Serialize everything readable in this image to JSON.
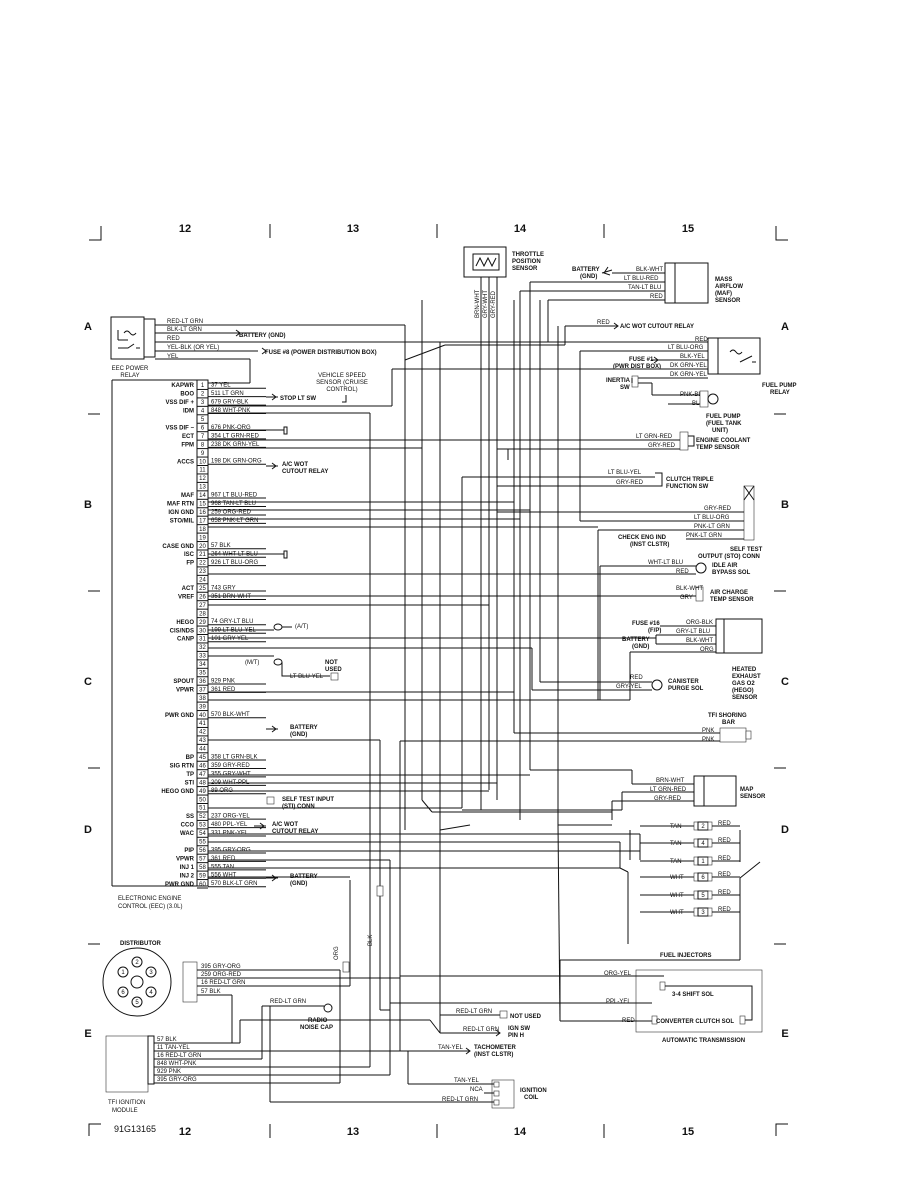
{
  "grid": {
    "top_columns": [
      "12",
      "13",
      "14",
      "15"
    ],
    "bottom_columns": [
      "12",
      "13",
      "14",
      "15"
    ],
    "rows_left": [
      "A",
      "B",
      "C",
      "D",
      "E"
    ],
    "rows_right": [
      "A",
      "B",
      "C",
      "D",
      "E"
    ]
  },
  "figure_id": "91G13165",
  "eec": {
    "title_line1": "ELECTRONIC ENGINE",
    "title_line2": "CONTROL (EEC) (3.0L)",
    "pins": [
      {
        "n": "1",
        "name": "KAPWR",
        "wire": "37 YEL"
      },
      {
        "n": "2",
        "name": "BOO",
        "wire": "511 LT GRN"
      },
      {
        "n": "3",
        "name": "VSS DIF +",
        "wire": "679 GRY-BLK"
      },
      {
        "n": "4",
        "name": "IDM",
        "wire": "848 WHT-PNK"
      },
      {
        "n": "5",
        "name": "",
        "wire": ""
      },
      {
        "n": "6",
        "name": "VSS DIF −",
        "wire": "676 PNK-ORG"
      },
      {
        "n": "7",
        "name": "ECT",
        "wire": "354 LT GRN-RED"
      },
      {
        "n": "8",
        "name": "FPM",
        "wire": "238 DK GRN-YEL"
      },
      {
        "n": "9",
        "name": "",
        "wire": ""
      },
      {
        "n": "10",
        "name": "ACCS",
        "wire": "198 DK GRN-ORG"
      },
      {
        "n": "11",
        "name": "",
        "wire": ""
      },
      {
        "n": "12",
        "name": "",
        "wire": ""
      },
      {
        "n": "13",
        "name": "",
        "wire": ""
      },
      {
        "n": "14",
        "name": "MAF",
        "wire": "967 LT BLU-RED"
      },
      {
        "n": "15",
        "name": "MAF RTN",
        "wire": "968 TAN-LT BLU"
      },
      {
        "n": "16",
        "name": "IGN GND",
        "wire": "259 ORG-RED"
      },
      {
        "n": "17",
        "name": "STO/MIL",
        "wire": "658 PNK-LT GRN"
      },
      {
        "n": "18",
        "name": "",
        "wire": ""
      },
      {
        "n": "19",
        "name": "",
        "wire": ""
      },
      {
        "n": "20",
        "name": "CASE GND",
        "wire": "57 BLK"
      },
      {
        "n": "21",
        "name": "ISC",
        "wire": "264 WHT-LT BLU"
      },
      {
        "n": "22",
        "name": "FP",
        "wire": "926 LT BLU-ORG"
      },
      {
        "n": "23",
        "name": "",
        "wire": ""
      },
      {
        "n": "24",
        "name": "",
        "wire": ""
      },
      {
        "n": "25",
        "name": "ACT",
        "wire": "743 GRY"
      },
      {
        "n": "26",
        "name": "VREF",
        "wire": "351 BRN-WHT"
      },
      {
        "n": "27",
        "name": "",
        "wire": ""
      },
      {
        "n": "28",
        "name": "",
        "wire": ""
      },
      {
        "n": "29",
        "name": "HEGO",
        "wire": "74 GRY-LT BLU"
      },
      {
        "n": "30",
        "name": "CIS/NDS",
        "wire": "199 LT BLU-YEL"
      },
      {
        "n": "31",
        "name": "CANP",
        "wire": "101 GRY-YEL"
      },
      {
        "n": "32",
        "name": "",
        "wire": ""
      },
      {
        "n": "33",
        "name": "",
        "wire": ""
      },
      {
        "n": "34",
        "name": "",
        "wire": ""
      },
      {
        "n": "35",
        "name": "",
        "wire": ""
      },
      {
        "n": "36",
        "name": "SPOUT",
        "wire": "929 PNK"
      },
      {
        "n": "37",
        "name": "VPWR",
        "wire": "361 RED"
      },
      {
        "n": "38",
        "name": "",
        "wire": ""
      },
      {
        "n": "39",
        "name": "",
        "wire": ""
      },
      {
        "n": "40",
        "name": "PWR GND",
        "wire": "570 BLK-WHT"
      },
      {
        "n": "41",
        "name": "",
        "wire": ""
      },
      {
        "n": "42",
        "name": "",
        "wire": ""
      },
      {
        "n": "43",
        "name": "",
        "wire": ""
      },
      {
        "n": "44",
        "name": "",
        "wire": ""
      },
      {
        "n": "45",
        "name": "BP",
        "wire": "358 LT GRN-BLK"
      },
      {
        "n": "46",
        "name": "SIG RTN",
        "wire": "359 GRY-RED"
      },
      {
        "n": "47",
        "name": "TP",
        "wire": "355 GRY-WHT"
      },
      {
        "n": "48",
        "name": "STI",
        "wire": "209 WHT-PPL"
      },
      {
        "n": "49",
        "name": "HEGO GND",
        "wire": "89 ORG"
      },
      {
        "n": "50",
        "name": "",
        "wire": ""
      },
      {
        "n": "51",
        "name": "",
        "wire": ""
      },
      {
        "n": "52",
        "name": "SS",
        "wire": "237 ORG-YEL"
      },
      {
        "n": "53",
        "name": "CCO",
        "wire": "480 PPL-YEL"
      },
      {
        "n": "54",
        "name": "WAC",
        "wire": "331 PNK-YEL"
      },
      {
        "n": "55",
        "name": "",
        "wire": ""
      },
      {
        "n": "56",
        "name": "PIP",
        "wire": "395 GRY-ORG"
      },
      {
        "n": "57",
        "name": "VPWR",
        "wire": "361 RED"
      },
      {
        "n": "58",
        "name": "INJ 1",
        "wire": "555 TAN"
      },
      {
        "n": "59",
        "name": "INJ 2",
        "wire": "556 WHT"
      },
      {
        "n": "60",
        "name": "PWR GND",
        "wire": "570 BLK-LT GRN"
      }
    ]
  },
  "relay": {
    "title_line1": "EEC POWER",
    "title_line2": "RELAY",
    "wires": [
      "RED-LT GRN",
      "BLK-LT GRN",
      "RED",
      "YEL-BLK (OR YEL)",
      "YEL"
    ],
    "battery": "BATTERY (GND)",
    "fuse": "FUSE #8 (POWER DISTRIBUTION BOX)"
  },
  "labels": {
    "stop_lt_sw": "STOP LT SW",
    "vss_line1": "VEHICLE SPEED",
    "vss_line2": "SENSOR (CRUISE",
    "vss_line3": "CONTROL)",
    "ac_wot_line1": "A/C WOT",
    "ac_wot_line2": "CUTOUT RELAY",
    "at": "(A/T)",
    "mt": "(M/T)",
    "lt_blu_yel": "LT BLU-YEL",
    "not_used": "NOT USED",
    "battery_gnd_line1": "BATTERY",
    "battery_gnd_line2": "(GND)",
    "self_test_line1": "SELF TEST INPUT",
    "self_test_line2": "(STI) CONN",
    "ac_wot_2_line1": "A/C WOT",
    "ac_wot_2_line2": "CUTOUT RELAY",
    "battery_gnd2_line1": "BATTERY",
    "battery_gnd2_line2": "(GND)"
  },
  "tps": {
    "title_line1": "THROTTLE",
    "title_line2": "POSITION",
    "title_line3": "SENSOR",
    "wires": [
      "BRN-WHT",
      "GRY-WHT",
      "GRY-RED"
    ]
  },
  "maf": {
    "title_line1": "MASS",
    "title_line2": "AIRFLOW",
    "title_line3": "(MAF)",
    "title_line4": "SENSOR",
    "battery": "BATTERY",
    "gnd": "(GND)",
    "wires": [
      "BLK-WHT",
      "LT BLU-RED",
      "TAN-LT BLU",
      "RED"
    ]
  },
  "ac_relay_top": "A/C WOT CUTOUT RELAY",
  "fuel_pump_relay": {
    "title_line1": "FUEL PUMP",
    "title_line2": "RELAY",
    "wires": [
      "RED",
      "LT BLU-ORG",
      "BLK-YEL",
      "DK GRN-YEL",
      "DK GRN-YEL"
    ],
    "fuse": "FUSE #1",
    "fuse2": "(PWR DIST BOX)",
    "inertia": "INERTIA",
    "sw": "SW",
    "pnk_blk": "PNK-BLK",
    "blk": "BLK",
    "fuel_pump_line1": "FUEL PUMP",
    "fuel_pump_line2": "(FUEL TANK",
    "fuel_pump_line3": "UNIT)"
  },
  "ect": {
    "title_line1": "ENGINE COOLANT",
    "title_line2": "TEMP SENSOR",
    "wires": [
      "LT GRN-RED",
      "GRY-RED"
    ]
  },
  "clutch": {
    "title_line1": "CLUTCH TRIPLE",
    "title_line2": "FUNCTION SW",
    "wires": [
      "LT BLU-YEL",
      "GRY-RED"
    ]
  },
  "sto": {
    "wires": [
      "GRY-RED",
      "LT BLU-ORG",
      "PNK-LT GRN",
      "PNK-LT GRN"
    ],
    "check_line1": "CHECK ENG IND",
    "check_line2": "(INST CLSTR)",
    "title_line1": "SELF TEST",
    "title_line2": "OUTPUT (STO) CONN"
  },
  "iac": {
    "wires": [
      "WHT-LT BLU",
      "RED"
    ],
    "title_line1": "IDLE AIR",
    "title_line2": "BYPASS SOL"
  },
  "act": {
    "wires": [
      "BLK-WHT",
      "GRY"
    ],
    "title_line1": "AIR CHARGE",
    "title_line2": "TEMP SENSOR"
  },
  "hego": {
    "fuse": "FUSE #16",
    "fuse2": "(F/P)",
    "battery": "BATTERY",
    "gnd": "(GND)",
    "wires": [
      "ORG-BLK",
      "GRY-LT BLU",
      "BLK-WHT",
      "ORG"
    ],
    "title_line1": "HEATED",
    "title_line2": "EXHAUST",
    "title_line3": "GAS O2",
    "title_line4": "(HEGO)",
    "title_line5": "SENSOR"
  },
  "canister": {
    "wires": [
      "RED",
      "GRY-YEL"
    ],
    "title_line1": "CANISTER",
    "title_line2": "PURGE SOL"
  },
  "tfi_bar": {
    "title_line1": "TFI SHORING",
    "title_line2": "BAR",
    "wires": [
      "PNK",
      "PNK"
    ]
  },
  "map": {
    "wires": [
      "BRN-WHT",
      "LT GRN-RED",
      "GRY-RED"
    ],
    "title_line1": "MAP",
    "title_line2": "SENSOR"
  },
  "injectors": {
    "title": "FUEL INJECTORS",
    "rows": [
      {
        "left": "TAN",
        "num": "2",
        "right": "RED"
      },
      {
        "left": "TAN",
        "num": "4",
        "right": "RED"
      },
      {
        "left": "TAN",
        "num": "1",
        "right": "RED"
      },
      {
        "left": "WHT",
        "num": "6",
        "right": "RED"
      },
      {
        "left": "WHT",
        "num": "5",
        "right": "RED"
      },
      {
        "left": "WHT",
        "num": "3",
        "right": "RED"
      }
    ]
  },
  "trans": {
    "wires": [
      "ORG-YEL",
      "PPL-YEL",
      "RED"
    ],
    "sol1": "3-4 SHIFT SOL",
    "sol2": "CONVERTER CLUTCH SOL",
    "title": "AUTOMATIC TRANSMISSION"
  },
  "distributor": {
    "title": "DISTRIBUTOR",
    "wires": [
      "395 GRY-ORG",
      "259 ORG-RED",
      "16 RED-LT GRN",
      "57 BLK"
    ],
    "cap_numbers": [
      "1",
      "2",
      "3",
      "4",
      "5",
      "6"
    ],
    "org": "ORG",
    "blk": "BLK"
  },
  "radio_cap": {
    "wire": "RED-LT GRN",
    "title_line1": "RADIO",
    "title_line2": "NOISE CAP"
  },
  "ign_sw": {
    "not_used_wire": "RED-LT GRN",
    "not_used": "NOT USED",
    "wire": "RED-LT GRN",
    "title_line1": "IGN SW",
    "title_line2": "PIN H"
  },
  "tach": {
    "wire": "TAN-YEL",
    "title_line1": "TACHOMETER",
    "title_line2": "(INST CLSTR)"
  },
  "tfi_module": {
    "wires": [
      "57 BLK",
      "11 TAN-YEL",
      "16 RED-LT GRN",
      "848 WHT-PNK",
      "929 PNK",
      "395 GRY-ORG"
    ],
    "title_line1": "TFI IGNITION",
    "title_line2": "MODULE"
  },
  "coil": {
    "wires": [
      "TAN-YEL",
      "NCA",
      "RED-LT GRN"
    ],
    "title_line1": "IGNITION",
    "title_line2": "COIL"
  }
}
